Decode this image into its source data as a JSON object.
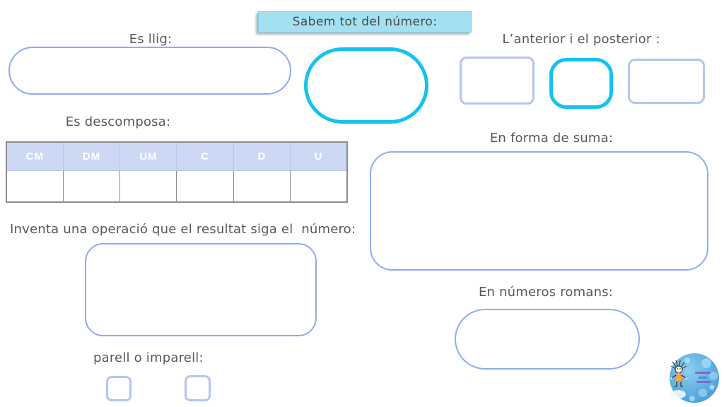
{
  "title": {
    "label": "Sabem tot del número:"
  },
  "sections": {
    "es_llig": {
      "label": "Es llig:"
    },
    "anterior_posterior": {
      "label": "L’anterior i el posterior :"
    },
    "es_descomposa": {
      "label": "Es descomposa:",
      "table": {
        "headers": [
          "CM",
          "DM",
          "UM",
          "C",
          "D",
          "U"
        ]
      }
    },
    "en_forma_de_suma": {
      "label": "En forma de suma:"
    },
    "inventa_operacio": {
      "label": "Inventa una operació que el resultat siga el  número:"
    },
    "parell_imparell": {
      "label": "parell o imparell:"
    },
    "numeros_romans": {
      "label": "En números romans:"
    }
  },
  "logo": {
    "icon": "bubble-girl-logo"
  },
  "colors": {
    "accent_cyan": "#15c2ee",
    "sketch_blue": "#85a4ee",
    "light_lavender": "#b5c4f1",
    "table_header_bg": "#cdd8f4",
    "table_header_text": "#ffffff",
    "table_border": "#8c8c8c",
    "title_bg": "#a3e1f2",
    "label_text": "#595959"
  }
}
